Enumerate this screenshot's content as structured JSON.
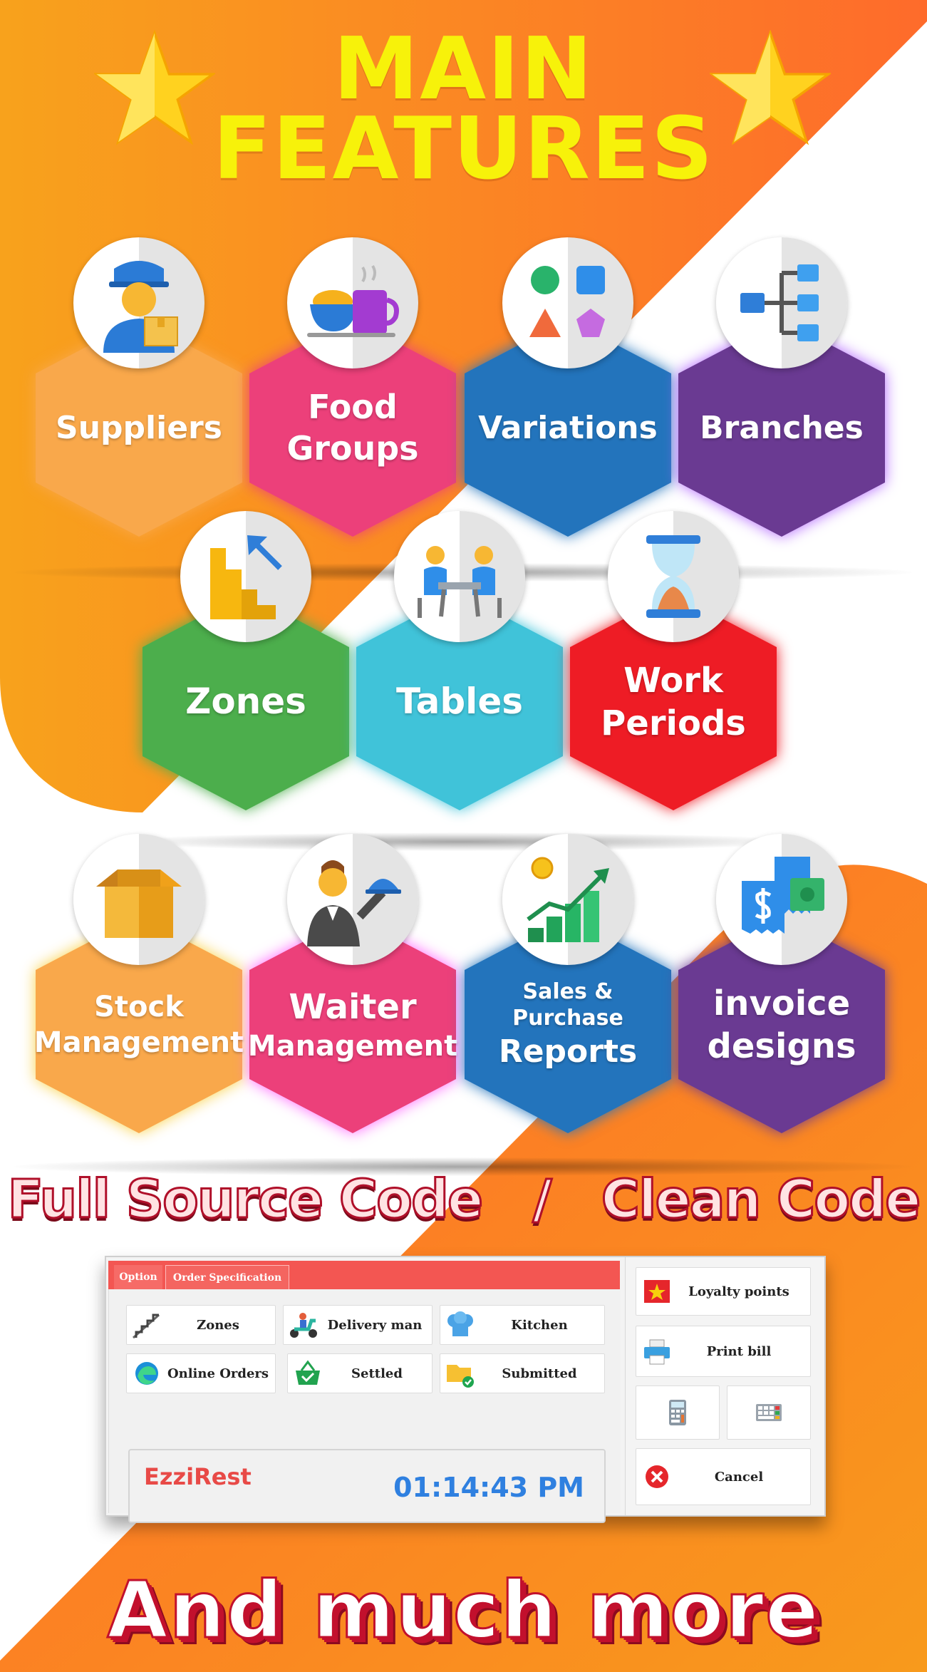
{
  "title": {
    "line1": "MAIN",
    "line2": "FEATURES"
  },
  "colors": {
    "orange_light": "#f8a21c",
    "orange_dark": "#fe6b2b",
    "title_yellow": "#f7f20a",
    "banner_red": "#b0102a"
  },
  "features": [
    {
      "line1": "Suppliers",
      "line2": "",
      "color": "#f9a84b",
      "icon": "delivery-man-icon"
    },
    {
      "line1": "Food",
      "line2": "Groups",
      "color": "#ec407a",
      "icon": "food-bowl-cup-icon"
    },
    {
      "line1": "Variations",
      "line2": "",
      "color": "#2374bc",
      "icon": "shapes-icon"
    },
    {
      "line1": "Branches",
      "line2": "",
      "color": "#6a3a92",
      "icon": "hierarchy-icon"
    },
    {
      "line1": "Zones",
      "line2": "",
      "color": "#4cae4c",
      "icon": "stairs-icon"
    },
    {
      "line1": "Tables",
      "line2": "",
      "color": "#40c3d9",
      "icon": "meeting-table-icon"
    },
    {
      "line1": "Work",
      "line2": "Periods",
      "color": "#ee1c25",
      "icon": "hourglass-icon"
    },
    {
      "line1": "Stock",
      "line2": "Management",
      "color": "#f9a84b",
      "icon": "box-icon"
    },
    {
      "line1": "Waiter",
      "line2": "Management",
      "color": "#ec407a",
      "icon": "waiter-icon"
    },
    {
      "line1": "Sales & Purchase",
      "line2": "Reports",
      "color": "#2374bc",
      "icon": "growth-chart-icon"
    },
    {
      "line1": "invoice",
      "line2": "designs",
      "color": "#6a3a92",
      "icon": "invoice-icon"
    }
  ],
  "banner": {
    "left": "Full Source Code",
    "separator": "/",
    "right": "Clean Code"
  },
  "app": {
    "tabs": [
      "Option",
      "Order Specification"
    ],
    "buttons": [
      {
        "label": "Zones",
        "icon": "stairs-icon"
      },
      {
        "label": "Delivery man",
        "icon": "scooter-icon"
      },
      {
        "label": "Kitchen",
        "icon": "chef-hat-icon"
      },
      {
        "label": "Online Orders",
        "icon": "edge-browser-icon"
      },
      {
        "label": "Settled",
        "icon": "basket-icon"
      },
      {
        "label": "Submitted",
        "icon": "folder-check-icon"
      }
    ],
    "brand": "EzziRest",
    "clock": "01:14:43 PM",
    "side_buttons": [
      {
        "label": "Loyalty points",
        "icon": "star-flag-icon"
      },
      {
        "label": "Print bill",
        "icon": "printer-icon"
      },
      {
        "label": "",
        "icon": "calculator-icon"
      },
      {
        "label": "",
        "icon": "keypad-icon"
      },
      {
        "label": "Cancel",
        "icon": "close-circle-icon"
      }
    ]
  },
  "footer": {
    "text": "And much more"
  }
}
